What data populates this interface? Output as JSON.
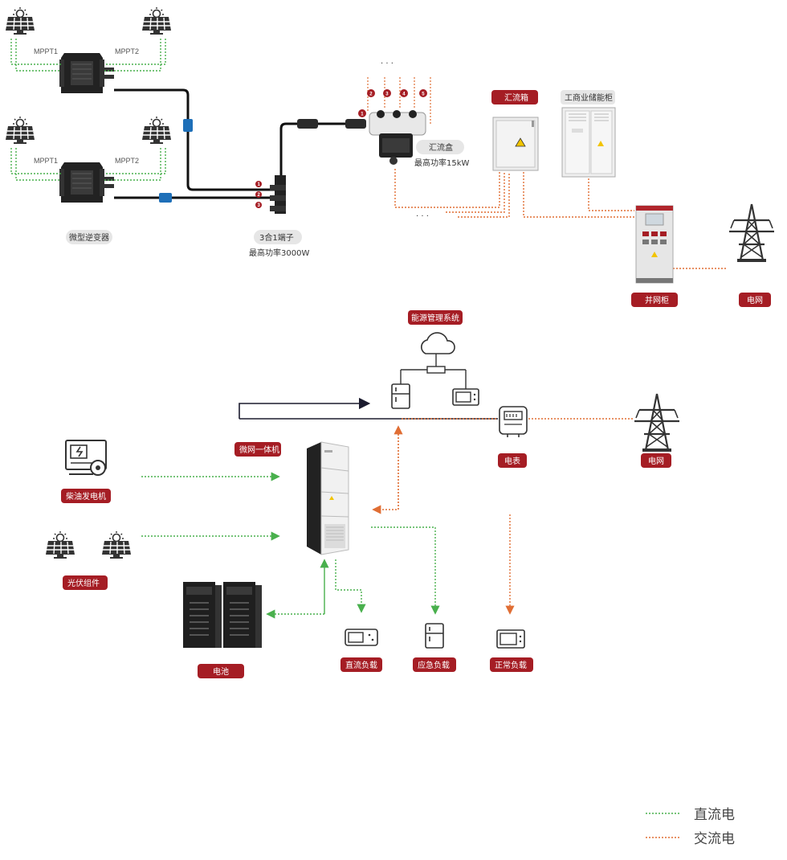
{
  "top": {
    "mppt1": "MPPT1",
    "mppt2": "MPPT2",
    "micro_inverter_label": "微型逆变器",
    "tri_connector_label": "3合1端子",
    "tri_connector_power": "最高功率3000W",
    "combiner_box_label": "汇流盒",
    "combiner_box_power": "最高功率15kW",
    "combiner_cabinet_label": "汇流箱",
    "storage_cabinet_label": "工商业储能柜",
    "grid_cabinet_label": "并网柜",
    "grid_label": "电网",
    "dots": "· · ·",
    "port_numbers": [
      "1",
      "2",
      "3",
      "4",
      "5"
    ],
    "tri_port_numbers": [
      "1",
      "2",
      "3"
    ]
  },
  "bottom": {
    "ems_label": "能源管理系统",
    "microgrid_label": "微网一体机",
    "diesel_label": "柴油发电机",
    "pv_label": "光伏组件",
    "battery_label": "电池",
    "meter_label": "电表",
    "grid_label": "电网",
    "dc_load_label": "直流负载",
    "emergency_load_label": "应急负载",
    "normal_load_label": "正常负载"
  },
  "legend": {
    "dc": "直流电",
    "ac": "交流电",
    "dc_color": "#49b04d",
    "ac_color": "#e06e34"
  },
  "colors": {
    "tag_red": "#a51d24",
    "tag_grey": "#e6e6e6"
  }
}
